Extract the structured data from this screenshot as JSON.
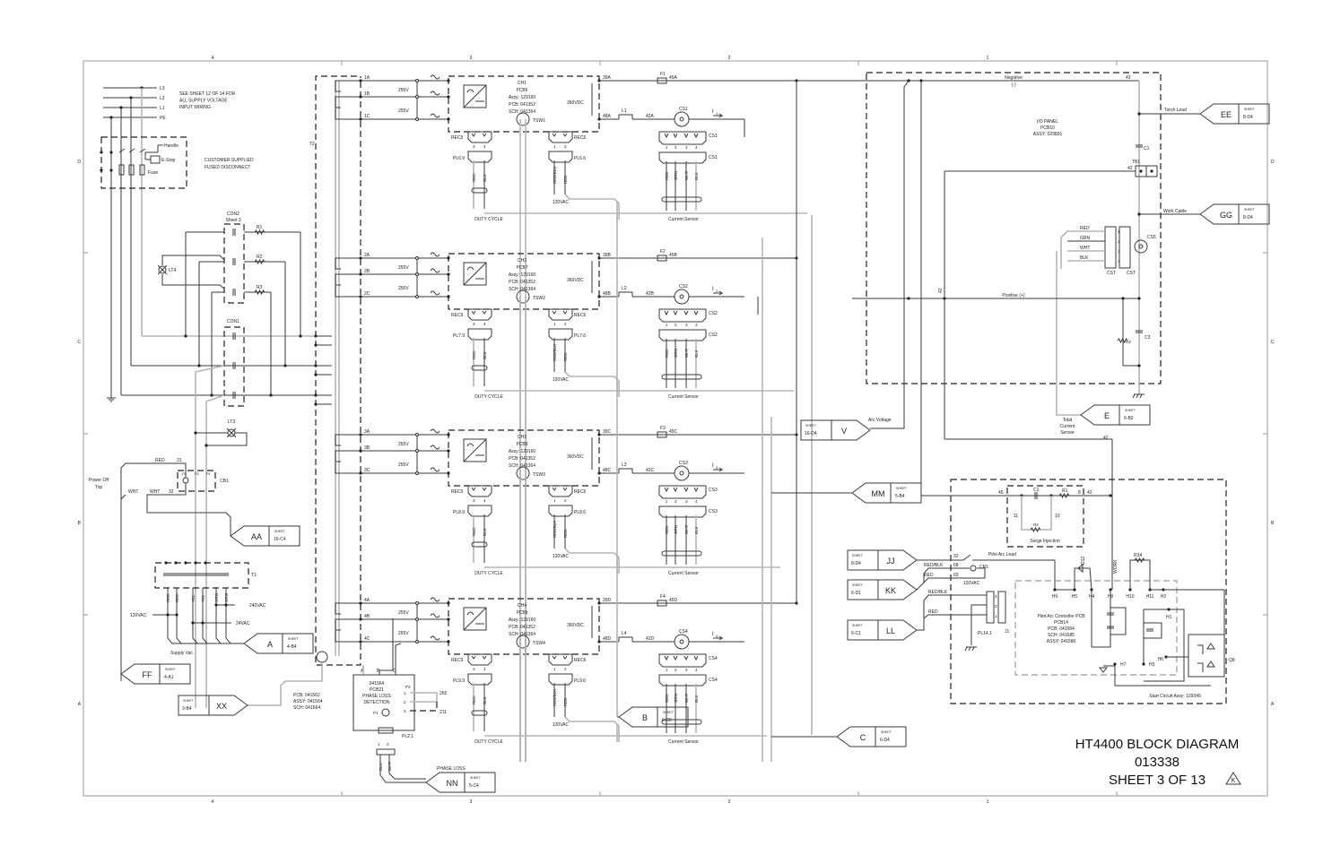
{
  "title": {
    "name": "HT4400 BLOCK DIAGRAM",
    "number": "013338",
    "sheet": "SHEET 3 OF 13",
    "revision": "K"
  },
  "border": {
    "cols": [
      "4",
      "3",
      "2",
      "1"
    ],
    "rows": [
      "D",
      "C",
      "B",
      "A"
    ]
  },
  "supply": {
    "lines": [
      "L3",
      "L2",
      "L1",
      "PE"
    ],
    "note": [
      "SEE SHEET 12 OF 14 FOR",
      "ALL SUPPLY VOLTAGE",
      "INPUT WIRING"
    ],
    "disconnect": [
      "CUSTOMER SUPPLIED",
      "FUSED DISCONNECT"
    ],
    "handle": "Handle",
    "estop": "E-Stop",
    "fuse": "Fuse"
  },
  "contactors": {
    "con2": "CON2",
    "con2_sub": "Sheet 3",
    "con1": "CON1",
    "r1": "R1",
    "r2": "R2",
    "r3": "R3",
    "lt4": "LT4",
    "lt3": "LT3"
  },
  "breaker": {
    "power_off": [
      "Power Off",
      "Trip"
    ],
    "red": "RED",
    "n31": "31",
    "wht": "WHT",
    "n32": "32",
    "cb1": "CB1",
    "p1": "P1",
    "p2": "P2",
    "p3": "P3"
  },
  "t1": {
    "label": "T1",
    "wires": [
      "RED",
      "RED",
      "YEL",
      "YEL",
      "ORG",
      "ORG"
    ],
    "v120": "120VAC",
    "v240": "240VAC",
    "v24": "24VAC",
    "supply": "Supply Vac"
  },
  "t2": "T2",
  "channels": [
    {
      "phases": [
        "1A",
        "1B",
        "1C"
      ],
      "volt": "255V",
      "name": "CH1",
      "pcb": "PCB6",
      "assy": "Assy: 129160",
      "pcb_no": "PCB: 041352",
      "sch": "SCH: 041364",
      "vdc": "360VDC",
      "out_pos": "39A",
      "out_neg": "48A",
      "fuse": "F1",
      "fuse_wire": "45A",
      "inductor": "L1",
      "ind_wire": "42A",
      "cs": "CS1",
      "current": "I",
      "current_sub": "1",
      "tsw": "TSW1",
      "rec_left": "REC9",
      "rec_right": "REC6",
      "pl_left": "PL6.9",
      "pl_right": "PL6.6",
      "pins_left": [
        "3",
        "4"
      ],
      "pins_right": [
        "1",
        "2"
      ],
      "wires_left": [
        "RED",
        "BLK"
      ],
      "wires_right": [
        "RED/BLK",
        "RED"
      ],
      "duty": "DUTY CYCLE",
      "vac": "120VAC",
      "cs_pins": [
        "1",
        "2",
        "3",
        "4"
      ],
      "cs_wires": [
        "RED",
        "GRN",
        "WHT",
        "BLK"
      ],
      "sensor": "Current Sensor"
    },
    {
      "phases": [
        "2A",
        "2B",
        "2C"
      ],
      "volt": "255V",
      "name": "CH2",
      "pcb": "PCB7",
      "assy": "Assy: 129160",
      "pcb_no": "PCB: 041352",
      "sch": "SCH: 041364",
      "vdc": "360VDC",
      "out_pos": "39B",
      "out_neg": "48B",
      "fuse": "F2",
      "fuse_wire": "45B",
      "inductor": "L2",
      "ind_wire": "42B",
      "cs": "CS2",
      "current": "I",
      "current_sub": "2",
      "tsw": "TSW2",
      "rec_left": "REC9",
      "rec_right": "REC6",
      "pl_left": "PL7.9",
      "pl_right": "PL7.6",
      "pins_left": [
        "3",
        "4"
      ],
      "pins_right": [
        "1",
        "2"
      ],
      "wires_left": [
        "RED",
        "BLK"
      ],
      "wires_right": [
        "RED/BLK",
        "RED"
      ],
      "duty": "DUTY CYCLE",
      "vac": "120VAC",
      "cs_pins": [
        "1",
        "2",
        "3",
        "4"
      ],
      "cs_wires": [
        "RED",
        "GRN",
        "WHT",
        "BLK"
      ],
      "sensor": "Current Sensor"
    },
    {
      "phases": [
        "3A",
        "3B",
        "3C"
      ],
      "volt": "255V",
      "name": "CH3",
      "pcb": "PCB8",
      "assy": "Assy: 129160",
      "pcb_no": "PCB: 041352",
      "sch": "SCH: 041364",
      "vdc": "360VDC",
      "out_pos": "39C",
      "out_neg": "48C",
      "fuse": "F3",
      "fuse_wire": "45C",
      "inductor": "L3",
      "ind_wire": "42C",
      "cs": "CS3",
      "current": "I",
      "current_sub": "3",
      "tsw": "TSW3",
      "rec_left": "REC9",
      "rec_right": "REC6",
      "pl_left": "PL8.9",
      "pl_right": "PL8.6",
      "pins_left": [
        "3",
        "4"
      ],
      "pins_right": [
        "1",
        "2"
      ],
      "wires_left": [
        "RED",
        "BLK"
      ],
      "wires_right": [
        "RED/BLK",
        "RED"
      ],
      "duty": "DUTY CYCLE",
      "vac": "120VAC",
      "cs_pins": [
        "1",
        "2",
        "3",
        "4"
      ],
      "cs_wires": [
        "RED",
        "GRN",
        "WHT",
        "BLK"
      ],
      "sensor": "Current Sensor"
    },
    {
      "phases": [
        "4A",
        "4B",
        "4C"
      ],
      "volt": "255V",
      "name": "CH4",
      "pcb": "PCB9",
      "assy": "Assy: 129160",
      "pcb_no": "PCB: 041352",
      "sch": "SCH: 041364",
      "vdc": "360VDC",
      "out_pos": "39D",
      "out_neg": "48D",
      "fuse": "F4",
      "fuse_wire": "45D",
      "inductor": "L4",
      "ind_wire": "42D",
      "cs": "CS4",
      "current": "I",
      "current_sub": "4",
      "tsw": "TSW4",
      "rec_left": "REC9",
      "rec_right": "REC6",
      "pl_left": "PL9.9",
      "pl_right": "PL9.6",
      "pins_left": [
        "3",
        "4"
      ],
      "pins_right": [
        "1",
        "2"
      ],
      "wires_left": [
        "RED",
        "BLK"
      ],
      "wires_right": [
        "RED/BLK",
        "RED"
      ],
      "duty": "DUTY CYCLE",
      "vac": "120VAC",
      "cs_pins": [
        "1",
        "2",
        "3",
        "4"
      ],
      "cs_wires": [
        "RED",
        "GRN",
        "WHT",
        "BLK"
      ],
      "sensor": "Current Sensor"
    }
  ],
  "phase_loss": {
    "pins": [
      "A",
      "B",
      "C"
    ],
    "lines": [
      "041564",
      "PCB21",
      "PHASE LOSS",
      "DETECTION"
    ],
    "p2": "P2",
    "p2_pins": [
      "1",
      "2",
      "3"
    ],
    "w265": "265",
    "w211": "211",
    "p1": "P1",
    "pl": "PL2.1",
    "pl_pins": [
      "1",
      "2"
    ],
    "wires": [
      "BLU",
      "WHT"
    ],
    "label": "PHASE LOSS",
    "pcb_info": [
      "PCB: 041562",
      "ASSY: 041564",
      "SCH: 041564"
    ]
  },
  "io_panel": {
    "title": [
      "I/O PANEL",
      "PCB10",
      "ASSY: 029891"
    ],
    "negative": "Negative",
    "neg_sign": "(-)",
    "w43": "43",
    "torch": "Torch Lead",
    "c1": "C1",
    "tb1": "TB1",
    "w42": "42",
    "work": "Work Cable",
    "cs5": "CS5",
    "cst": "CST",
    "cst_wires": [
      "RED",
      "GRN",
      "WHT",
      "BLK"
    ],
    "cst_pins": [
      "1",
      "2",
      "3",
      "4"
    ],
    "positive": "Positive (+)",
    "r2": "R2",
    "c3": "C3",
    "arc_voltage": "Arc Voltage",
    "total": [
      "Total",
      "Current",
      "Sensor"
    ]
  },
  "start_circuit": {
    "w45": "45",
    "c1": "C1",
    "r1": "R1",
    "w8": "8",
    "w42": "42",
    "w11": "11",
    "w10": "10",
    "r2": "R2",
    "surge": "Surge Injection",
    "n32": "32",
    "pilot_lead": "Pilot Arc Lead",
    "w68": "68",
    "w69": "69",
    "cr1": "CR1",
    "vac": "120VAC",
    "redblk": "RED/BLK",
    "red": "RED",
    "j1_pins": [
      "3",
      "2",
      "1"
    ],
    "pl": "PL14.1",
    "j1": "J1",
    "pcb": [
      "Pilot Arc Controller PCB",
      "PCB14",
      "PCB: 041584",
      "SCH: 041585",
      "ASSY: 041586"
    ],
    "d12": "D12",
    "work": "WORK",
    "r34": "R34",
    "h": [
      "H9",
      "H5",
      "H4",
      "H8",
      "H10",
      "H11",
      "H2",
      "H1",
      "H7",
      "H3",
      "H6"
    ],
    "q8": "Q8",
    "assy": "Start Circuit Assy: 129349"
  },
  "sheet_word": "SHEET",
  "connectors": {
    "EE": {
      "label": "EE",
      "sheet": "8-D4"
    },
    "GG": {
      "label": "GG",
      "sheet": "8-D4"
    },
    "E": {
      "label": "E",
      "sheet": "6-B2"
    },
    "V": {
      "label": "V",
      "sheet": "16-D4"
    },
    "MM": {
      "label": "MM",
      "sheet": "5-B4"
    },
    "C": {
      "label": "C",
      "sheet": "6-D4"
    },
    "B": {
      "label": "B",
      "sheet": "6-D2"
    },
    "NN": {
      "label": "NN",
      "sheet": "5-C4"
    },
    "A": {
      "label": "A",
      "sheet": "4-B4"
    },
    "AA": {
      "label": "AA",
      "sheet": "16-C4"
    },
    "FF": {
      "label": "FF",
      "sheet": "4-A1"
    },
    "XX": {
      "label": "XX",
      "sheet": "3-B4"
    },
    "JJ": {
      "label": "JJ",
      "sheet": "8-D4"
    },
    "KK": {
      "label": "KK",
      "sheet": "6-D1"
    },
    "LL": {
      "label": "LL",
      "sheet": "6-C1"
    }
  }
}
